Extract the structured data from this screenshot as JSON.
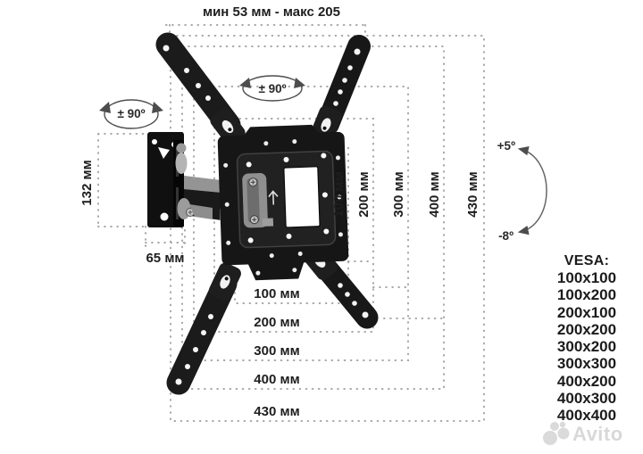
{
  "diagram": {
    "top_range_label": "мин 53 мм - макс 205",
    "swivel_left_label": "± 90º",
    "swivel_center_label": "± 90º",
    "tilt_up_label": "+5º",
    "tilt_down_label": "-8º",
    "wall_plate_height_label": "132 мм",
    "wall_plate_width_label": "65 мм",
    "right_labels": [
      "100 мм",
      "200 мм",
      "300 мм",
      "400 мм",
      "430 мм"
    ],
    "bottom_labels": [
      "100 мм",
      "200 мм",
      "300 мм",
      "400 мм",
      "430 мм"
    ]
  },
  "vesa": {
    "title": "VESA:",
    "sizes": [
      "100x100",
      "100x200",
      "200x100",
      "200x200",
      "300x200",
      "300x300",
      "400x200",
      "400x300",
      "400x400"
    ]
  },
  "watermark": {
    "brand": "Avito"
  },
  "colors": {
    "bracket_black": "#171717",
    "metal_gray": "#9a9a9a",
    "dotted_line": "#a6a6a6",
    "text": "#1e1e1e",
    "watermark_gray": "#d8d8d8",
    "background": "#ffffff"
  }
}
